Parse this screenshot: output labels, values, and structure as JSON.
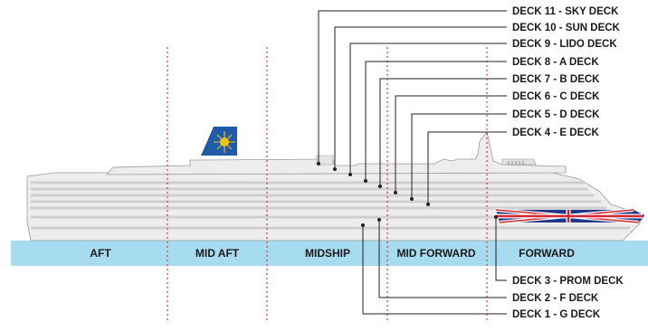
{
  "zones": [
    "AFT",
    "MID AFT",
    "MIDSHIP",
    "MID FORWARD",
    "FORWARD"
  ],
  "decks": [
    "DECK 11 - SKY DECK",
    "DECK 10 - SUN DECK",
    "DECK 9 - LIDO DECK",
    "DECK 8 - A DECK",
    "DECK 7 - B DECK",
    "DECK 6 - C DECK",
    "DECK 5 - D DECK",
    "DECK 4 - E DECK",
    "DECK 3 - PROM DECK",
    "DECK 2 - F DECK",
    "DECK 1 - G DECK"
  ],
  "colors": {
    "zone_band": "#a7dbf0",
    "zone_divider": "#e0262a",
    "hull_light": "#ededed",
    "hull_stripe": "#cfcfcf",
    "funnel": "#1f5ba8",
    "funnel_sun": "#f3c21b",
    "leader_line": "#222222"
  },
  "icons": [
    "funnel-logo",
    "union-flag-livery"
  ]
}
